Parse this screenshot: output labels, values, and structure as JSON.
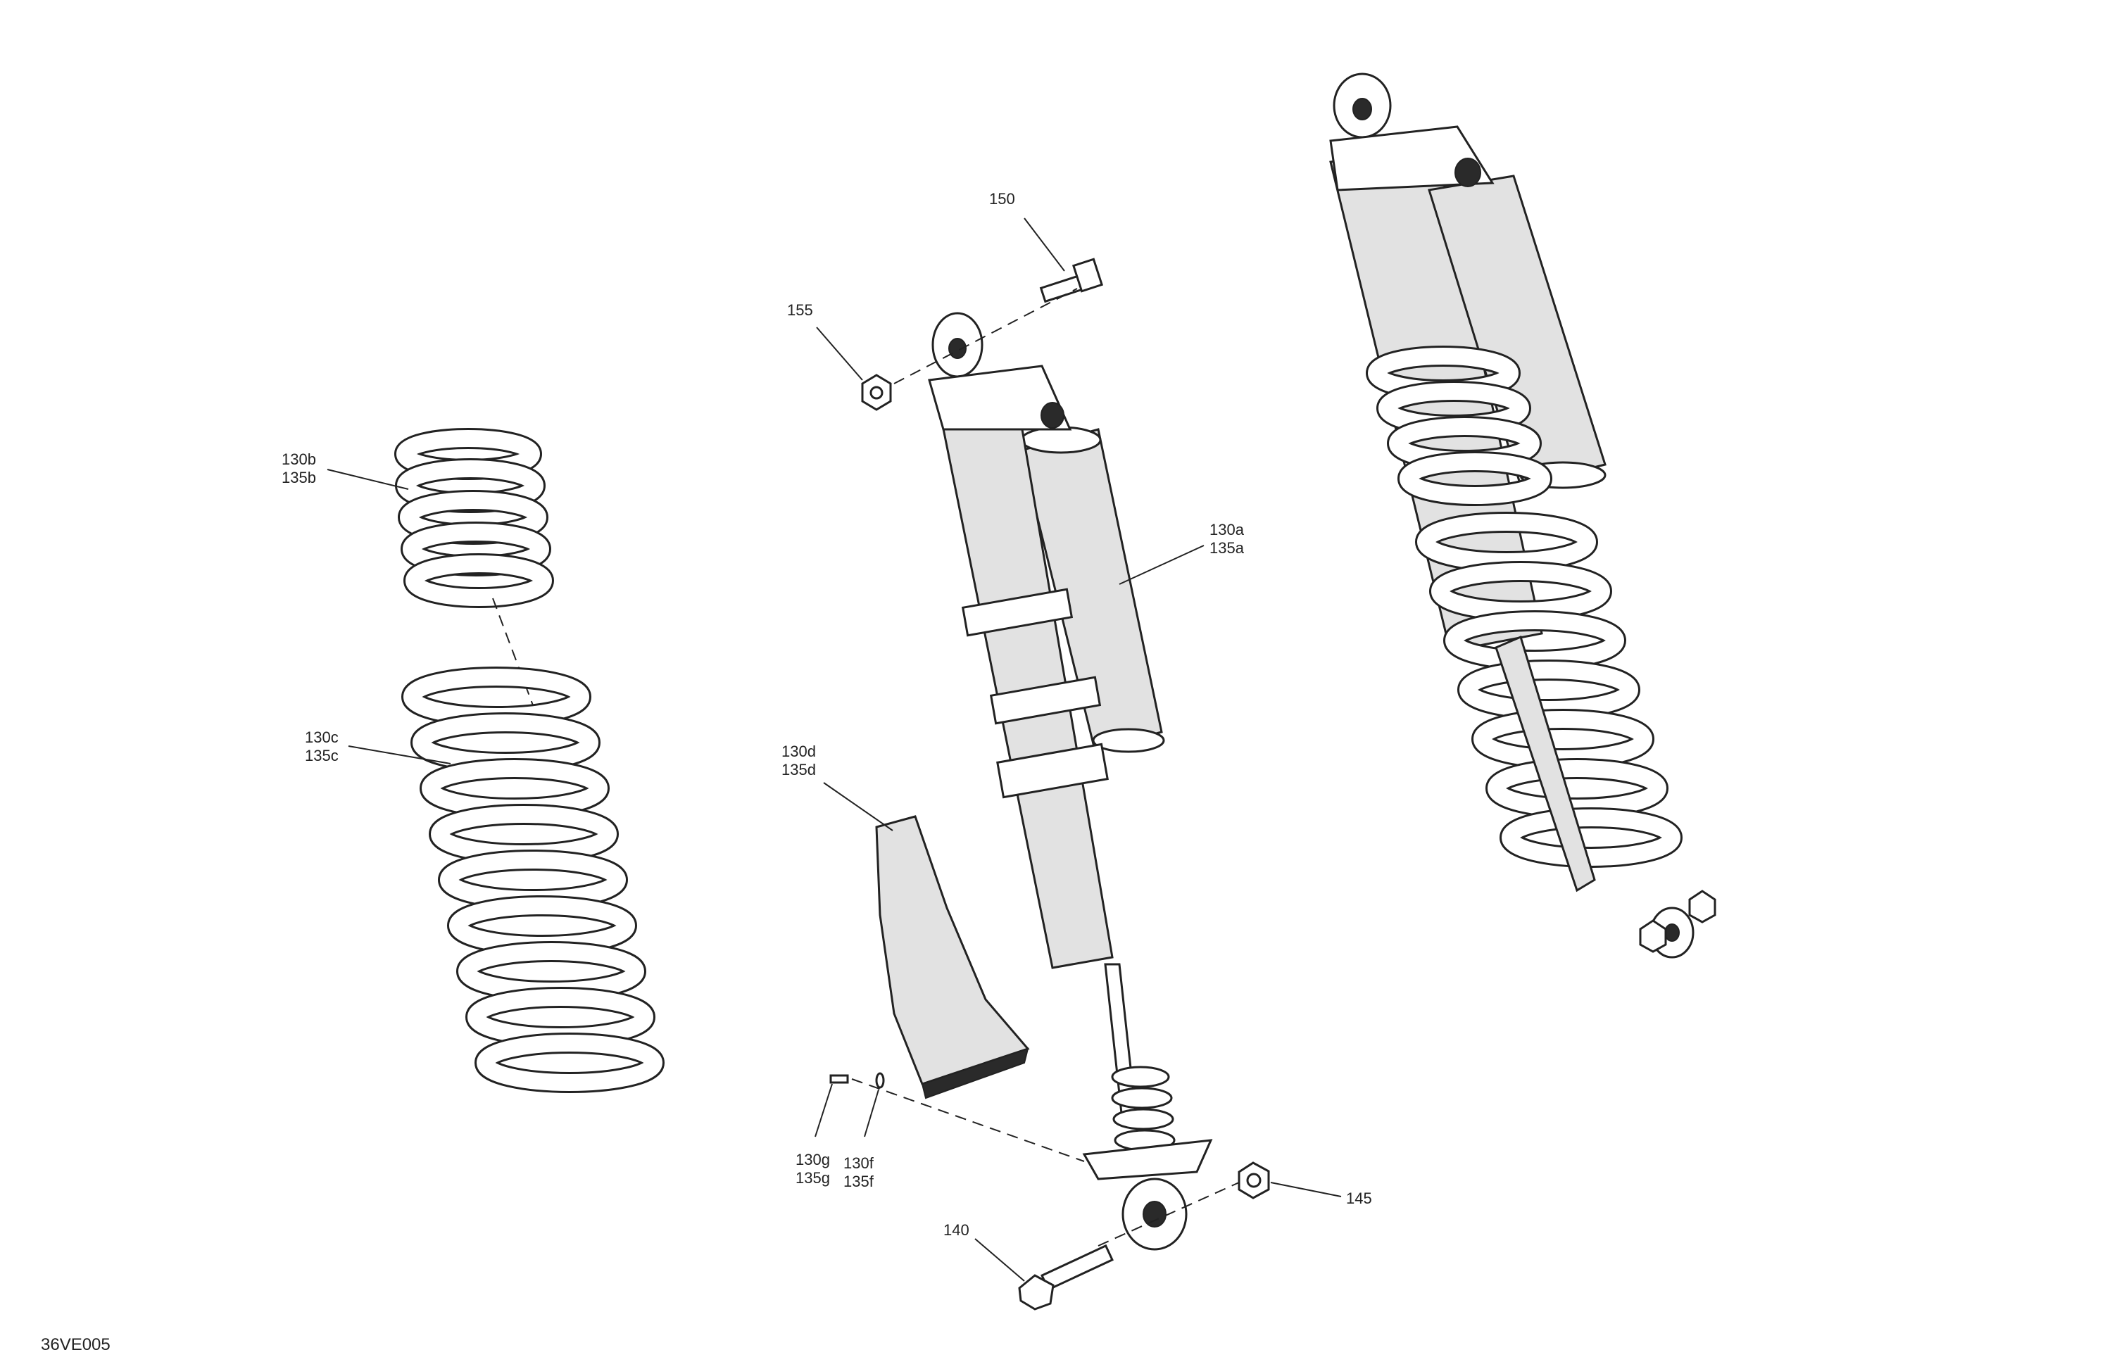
{
  "diagram": {
    "drawing_code": "36VE005",
    "callouts": [
      {
        "id": "c130b",
        "lines": [
          "130b",
          "135b"
        ]
      },
      {
        "id": "c130c",
        "lines": [
          "130c",
          "135c"
        ]
      },
      {
        "id": "c155",
        "lines": [
          "155"
        ]
      },
      {
        "id": "c150",
        "lines": [
          "150"
        ]
      },
      {
        "id": "c130a",
        "lines": [
          "130a",
          "135a"
        ]
      },
      {
        "id": "c130d",
        "lines": [
          "130d",
          "135d"
        ]
      },
      {
        "id": "c130g",
        "lines": [
          "130g",
          "135g"
        ]
      },
      {
        "id": "c130f",
        "lines": [
          "130f",
          "135f"
        ]
      },
      {
        "id": "c140",
        "lines": [
          "140"
        ]
      },
      {
        "id": "c145",
        "lines": [
          "145"
        ]
      }
    ]
  }
}
